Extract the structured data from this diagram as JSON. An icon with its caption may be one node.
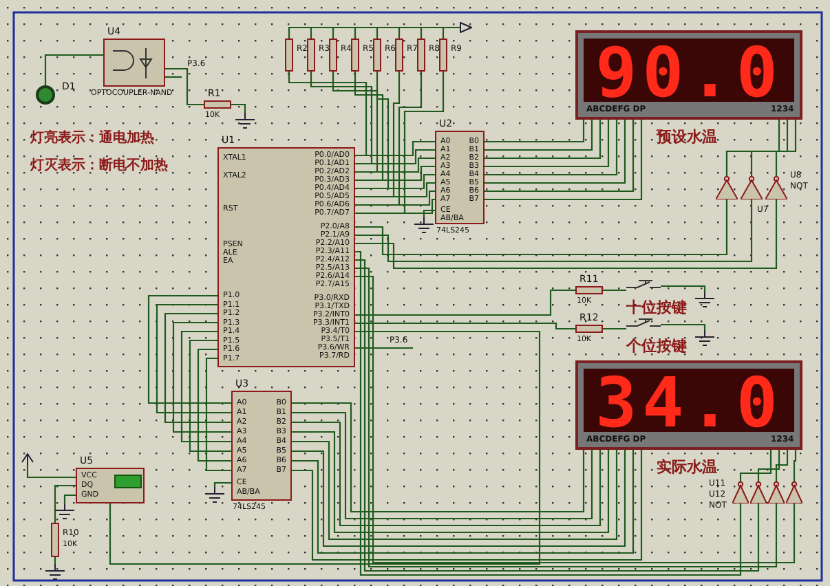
{
  "diagram": {
    "nodes": [
      {
        "text": [
          "U4",
          "OPTOCOUPLER-NAND"
        ]
      },
      {
        "text": [
          "D1"
        ]
      },
      {
        "text": [
          "R1",
          "10K"
        ]
      },
      {
        "text": [
          "R2"
        ]
      },
      {
        "text": [
          "R3"
        ]
      },
      {
        "text": [
          "R4"
        ]
      },
      {
        "text": [
          "R5"
        ]
      },
      {
        "text": [
          "R6"
        ]
      },
      {
        "text": [
          "R7"
        ]
      },
      {
        "text": [
          "R8"
        ]
      },
      {
        "text": [
          "R9"
        ]
      },
      {
        "text": [
          "U1",
          "XTAL1",
          "XTAL2",
          "RST",
          "PSEN",
          "ALE",
          "EA",
          "P1.0",
          "P1.1",
          "P1.2",
          "P1.3",
          "P1.4",
          "P1.5",
          "P1.6",
          "P1.7",
          "P0.0/AD0",
          "P0.1/AD1",
          "P0.2/AD2",
          "P0.3/AD3",
          "P0.4/AD4",
          "P0.5/AD5",
          "P0.6/AD6",
          "P0.7/AD7",
          "P2.0/A8",
          "P2.1/A9",
          "P2.2/A10",
          "P2.3/A11",
          "P2.4/A12",
          "P2.5/A13",
          "P2.6/A14",
          "P2.7/A15",
          "P3.0/RXD",
          "P3.1/TXD",
          "P3.2/INT0",
          "P3.3/INT1",
          "P3.4/T0",
          "P3.5/T1",
          "P3.6/WR",
          "P3.7/RD"
        ]
      },
      {
        "text": [
          "U2",
          "A0",
          "A1",
          "A2",
          "A3",
          "A4",
          "A5",
          "A6",
          "A7",
          "B0",
          "B1",
          "B2",
          "B3",
          "B4",
          "B5",
          "B6",
          "B7",
          "CE",
          "AB/BA",
          "74LS245"
        ]
      },
      {
        "text": [
          "90.0",
          "ABCDEFG DP",
          "1234"
        ],
        "beside": [
          "预设水温"
        ]
      },
      {
        "text": [
          "U3",
          "A0",
          "A1",
          "A2",
          "A3",
          "A4",
          "A5",
          "A6",
          "A7",
          "B0",
          "B1",
          "B2",
          "B3",
          "B4",
          "B5",
          "B6",
          "B7",
          "CE",
          "AB/BA",
          "74LS245"
        ]
      },
      {
        "text": [
          "34.0",
          "ABCDEFG DP",
          "1234"
        ],
        "beside": [
          "实际水温"
        ]
      },
      {
        "text": [
          "R11",
          "10K"
        ]
      },
      {
        "text": [
          "R12",
          "10K"
        ]
      },
      {
        "text": [],
        "shape": "switch",
        "beside": [
          "十位按键"
        ]
      },
      {
        "text": [],
        "shape": "switch",
        "beside": [
          "个位按键"
        ]
      },
      {
        "text": [
          "U5",
          "VCC",
          "DQ",
          "GND"
        ]
      },
      {
        "text": [
          "R10",
          "10K"
        ]
      },
      {
        "text": [],
        "shape": "triangle"
      },
      {
        "text": [],
        "shape": "triangle"
      },
      {
        "text": [],
        "shape": "triangle"
      },
      {
        "text": [],
        "shape": "triangle"
      },
      {
        "text": [],
        "shape": "triangle"
      },
      {
        "text": [],
        "shape": "triangle"
      },
      {
        "text": [],
        "shape": "triangle"
      },
      {
        "text": [],
        "shape": "terminal"
      }
    ],
    "edges": [
      {
        "from": 3,
        "to": 11,
        "arrow": "none"
      },
      {
        "from": 4,
        "to": 11,
        "arrow": "none"
      },
      {
        "from": 5,
        "to": 11,
        "arrow": "none"
      },
      {
        "from": 6,
        "to": 11,
        "arrow": "none"
      },
      {
        "from": 7,
        "to": 11,
        "arrow": "none"
      },
      {
        "from": 8,
        "to": 11,
        "arrow": "none"
      },
      {
        "from": 9,
        "to": 11,
        "arrow": "none"
      },
      {
        "from": 10,
        "to": 11,
        "arrow": "none"
      },
      {
        "from": 11,
        "to": 12,
        "arrow": "none"
      },
      {
        "from": 11,
        "to": 12,
        "arrow": "none"
      },
      {
        "from": 11,
        "to": 12,
        "arrow": "none"
      },
      {
        "from": 11,
        "to": 12,
        "arrow": "none"
      },
      {
        "from": 11,
        "to": 12,
        "arrow": "none"
      },
      {
        "from": 11,
        "to": 12,
        "arrow": "none"
      },
      {
        "from": 11,
        "to": 12,
        "arrow": "none"
      },
      {
        "from": 11,
        "to": 12,
        "arrow": "none"
      },
      {
        "from": 12,
        "to": 13,
        "arrow": "none"
      },
      {
        "from": 12,
        "to": 13,
        "arrow": "none"
      },
      {
        "from": 12,
        "to": 13,
        "arrow": "none"
      },
      {
        "from": 12,
        "to": 13,
        "arrow": "none"
      },
      {
        "from": 12,
        "to": 13,
        "arrow": "none"
      },
      {
        "from": 12,
        "to": 13,
        "arrow": "none"
      },
      {
        "from": 12,
        "to": 13,
        "arrow": "none"
      },
      {
        "from": 12,
        "to": 13,
        "arrow": "none"
      },
      {
        "from": 11,
        "to": 14,
        "arrow": "none"
      },
      {
        "from": 11,
        "to": 14,
        "arrow": "none"
      },
      {
        "from": 11,
        "to": 14,
        "arrow": "none"
      },
      {
        "from": 11,
        "to": 14,
        "arrow": "none"
      },
      {
        "from": 11,
        "to": 14,
        "arrow": "none"
      },
      {
        "from": 11,
        "to": 14,
        "arrow": "none"
      },
      {
        "from": 11,
        "to": 14,
        "arrow": "none"
      },
      {
        "from": 11,
        "to": 14,
        "arrow": "none"
      },
      {
        "from": 14,
        "to": 15,
        "arrow": "none"
      },
      {
        "from": 14,
        "to": 15,
        "arrow": "none"
      },
      {
        "from": 14,
        "to": 15,
        "arrow": "none"
      },
      {
        "from": 14,
        "to": 15,
        "arrow": "none"
      },
      {
        "from": 14,
        "to": 15,
        "arrow": "none"
      },
      {
        "from": 14,
        "to": 15,
        "arrow": "none"
      },
      {
        "from": 14,
        "to": 15,
        "arrow": "none"
      },
      {
        "from": 14,
        "to": 15,
        "arrow": "none"
      },
      {
        "from": 11,
        "to": 22,
        "arrow": "none"
      },
      {
        "from": 11,
        "to": 23,
        "arrow": "none"
      },
      {
        "from": 11,
        "to": 24,
        "arrow": "none"
      },
      {
        "from": 22,
        "to": 13,
        "arrow": "none"
      },
      {
        "from": 23,
        "to": 13,
        "arrow": "none"
      },
      {
        "from": 24,
        "to": 13,
        "arrow": "none"
      },
      {
        "from": 11,
        "to": 25,
        "arrow": "none"
      },
      {
        "from": 11,
        "to": 26,
        "arrow": "none"
      },
      {
        "from": 11,
        "to": 27,
        "arrow": "none"
      },
      {
        "from": 11,
        "to": 28,
        "arrow": "none"
      },
      {
        "from": 25,
        "to": 15,
        "arrow": "none"
      },
      {
        "from": 26,
        "to": 15,
        "arrow": "none"
      },
      {
        "from": 27,
        "to": 15,
        "arrow": "none"
      },
      {
        "from": 28,
        "to": 15,
        "arrow": "none"
      },
      {
        "from": 11,
        "to": 16,
        "arrow": "none"
      },
      {
        "from": 11,
        "to": 17,
        "arrow": "none"
      },
      {
        "from": 16,
        "to": 18,
        "arrow": "none"
      },
      {
        "from": 17,
        "to": 19,
        "arrow": "none"
      },
      {
        "from": 1,
        "to": 0,
        "arrow": "none"
      },
      {
        "from": 0,
        "to": 2,
        "arrow": "none"
      },
      {
        "from": 20,
        "to": 21,
        "arrow": "none"
      },
      {
        "from": 20,
        "to": 11,
        "arrow": "none"
      },
      {
        "from": 3,
        "to": 29,
        "arrow": "none"
      },
      {
        "from": 4,
        "to": 29,
        "arrow": "none"
      },
      {
        "from": 5,
        "to": 29,
        "arrow": "none"
      },
      {
        "from": 6,
        "to": 29,
        "arrow": "none"
      },
      {
        "from": 7,
        "to": 29,
        "arrow": "none"
      },
      {
        "from": 8,
        "to": 29,
        "arrow": "none"
      },
      {
        "from": 9,
        "to": 29,
        "arrow": "none"
      },
      {
        "from": 10,
        "to": 29,
        "arrow": "none"
      }
    ],
    "labels": [
      "灯亮表示：通电加热",
      "灯灭表示：断电不加热",
      "P3.6",
      "P3.6",
      "U7",
      "U8",
      "NOT",
      "U11",
      "U12",
      "NOT"
    ]
  }
}
